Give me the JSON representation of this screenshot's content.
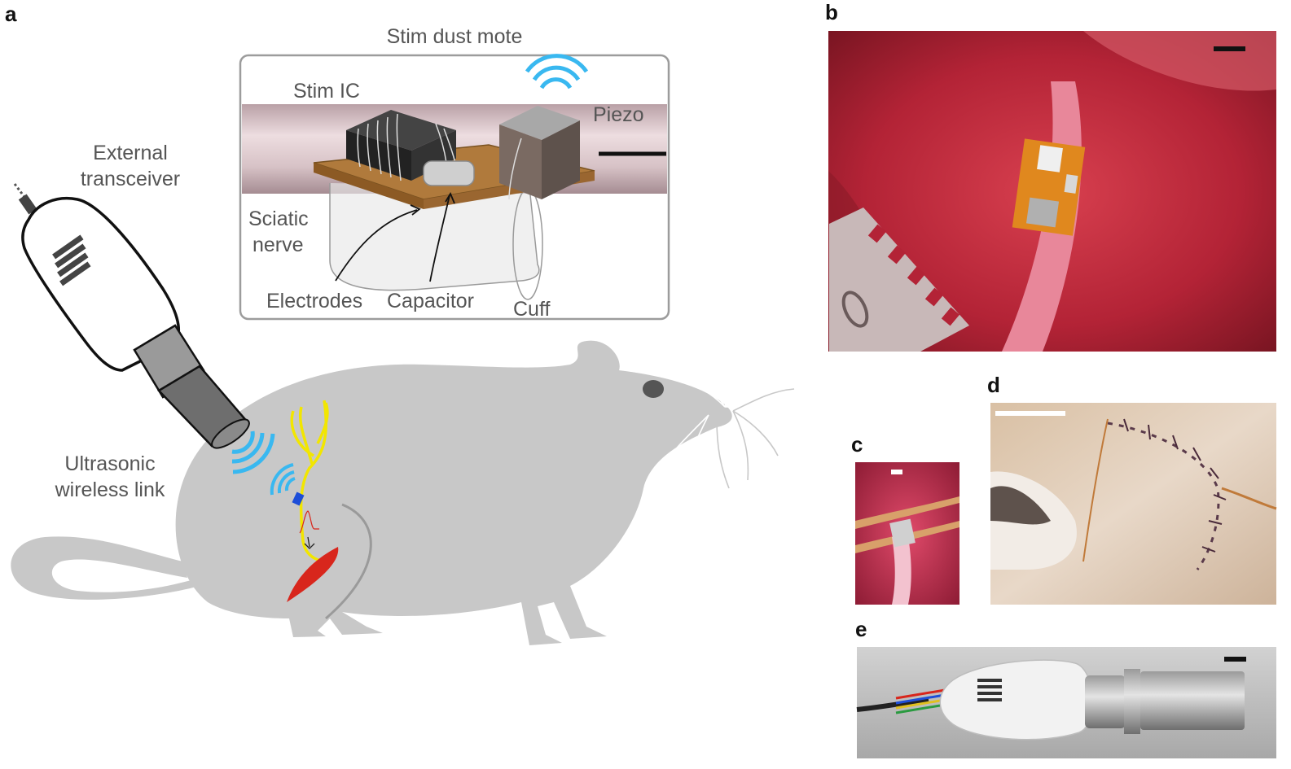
{
  "panels": {
    "a": "a",
    "b": "b",
    "c": "c",
    "d": "d",
    "e": "e"
  },
  "inset": {
    "title": "Stim dust mote",
    "stim_ic": "Stim IC",
    "piezo": "Piezo",
    "sciatic_line1": "Sciatic",
    "sciatic_line2": "nerve",
    "electrodes": "Electrodes",
    "capacitor": "Capacitor",
    "cuff": "Cuff"
  },
  "main": {
    "transceiver_line1": "External",
    "transceiver_line2": "transceiver",
    "link_line1": "Ultrasonic",
    "link_line2": "wireless link"
  },
  "colors": {
    "rat": "#c8c8c8",
    "nerve": "#f2e600",
    "muscle": "#d8261c",
    "wave": "#39b8f0",
    "tissue": "#c0283c",
    "board": "#b07a3c"
  }
}
